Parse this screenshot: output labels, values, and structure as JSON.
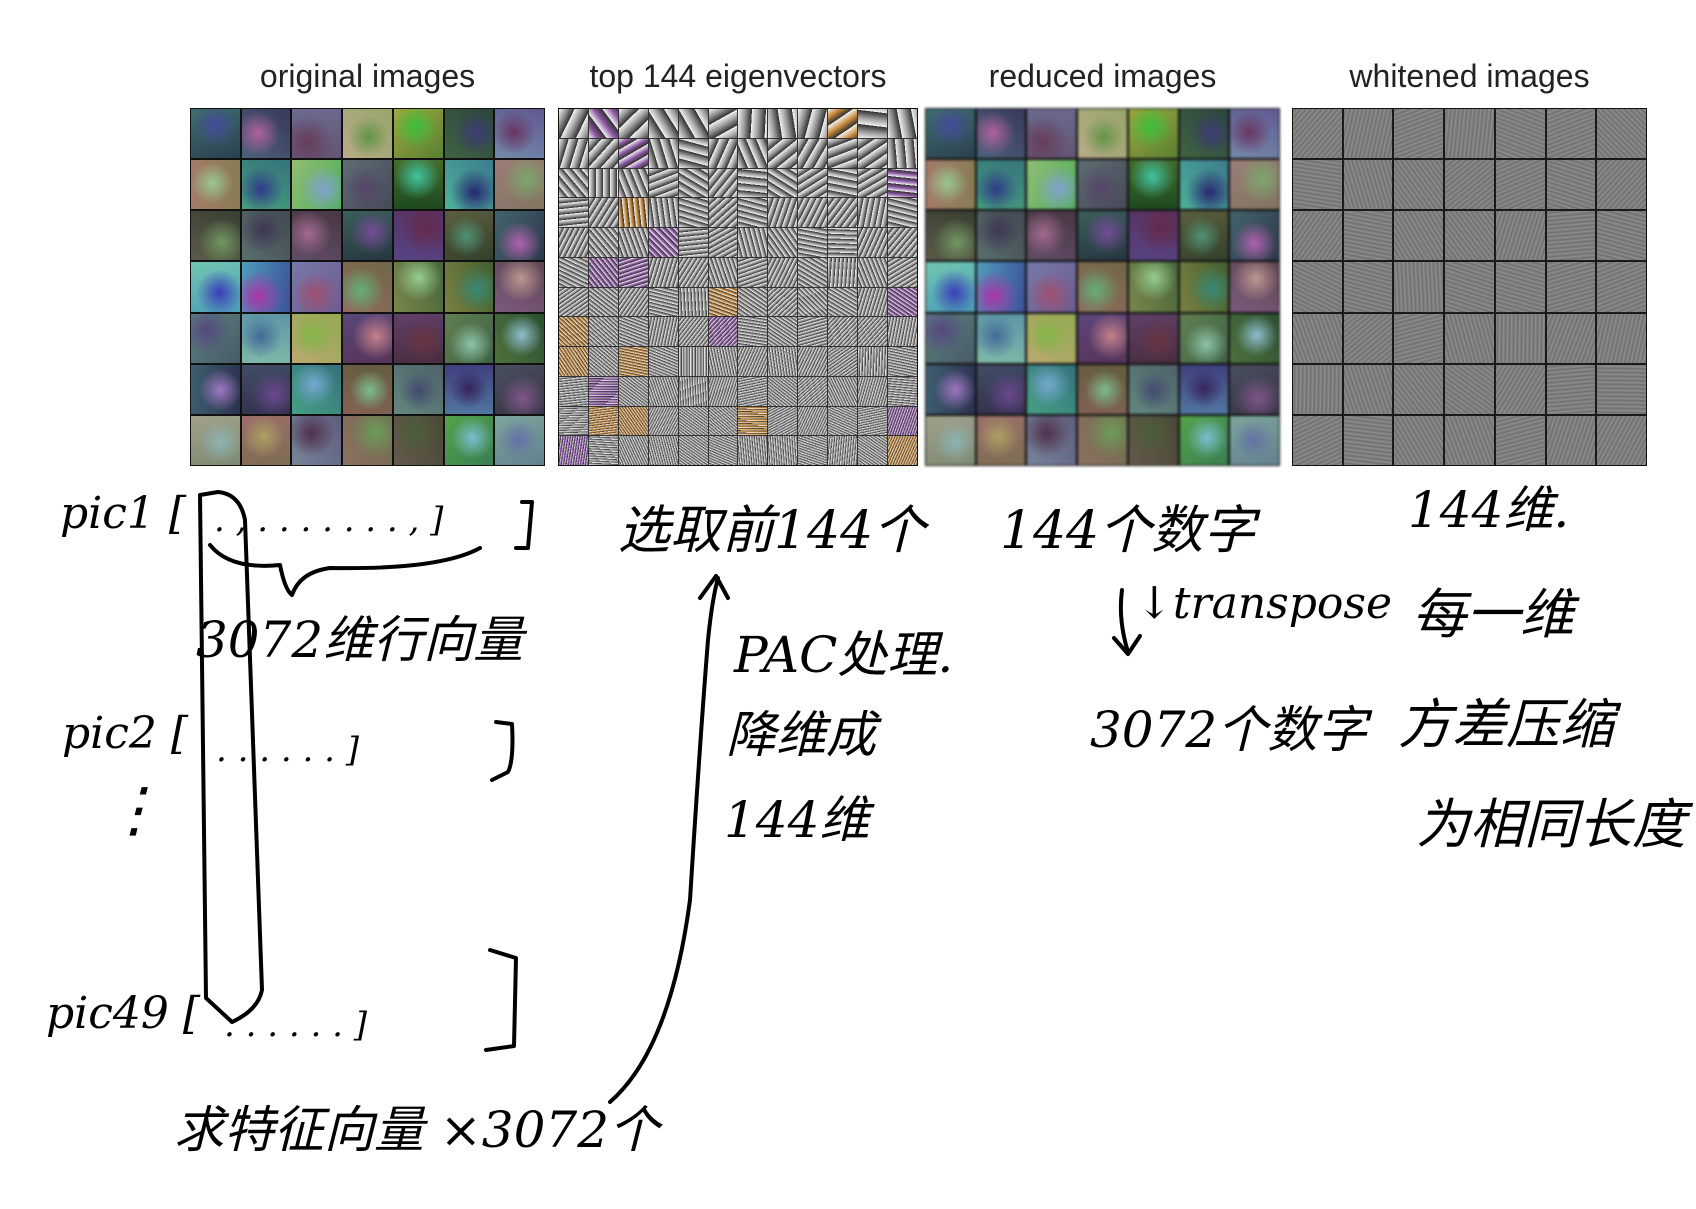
{
  "panels": [
    {
      "title": "original images",
      "kind": "original"
    },
    {
      "title": "top 144 eigenvectors",
      "kind": "eigen"
    },
    {
      "title": "reduced images",
      "kind": "reduced"
    },
    {
      "title": "whitened images",
      "kind": "whitened"
    }
  ],
  "annotations": {
    "pic1": "pic1 [",
    "pic1_row": ". , . .   . . . . . , ]",
    "vec_3072": "3072维行向量",
    "pic2": "pic2 [",
    "pic2_row": ". . . . . . ]",
    "dots_vertical": "⋮",
    "pic49": "pic49 [",
    "pic49_row": ". . . . . . ]",
    "bottom_note": "求特征向量 ×3072个",
    "eig_select": "选取前144个",
    "pca_1": "PAC处理.",
    "pca_2": "降维成",
    "pca_3": "144维",
    "reduced_1": "144个数字",
    "transpose": "↓transpose",
    "reduced_2": "3072个数字",
    "white_1": "144维.",
    "white_2": "每一维",
    "white_3": "方差压缩",
    "white_4": "为相同长度"
  },
  "colors": {
    "ink": "#000000",
    "title_text": "#222222",
    "eigen_purple": "#8e5aa8",
    "eigen_orange": "#c98a3a",
    "whitened_gray": "#7d7d7d"
  }
}
